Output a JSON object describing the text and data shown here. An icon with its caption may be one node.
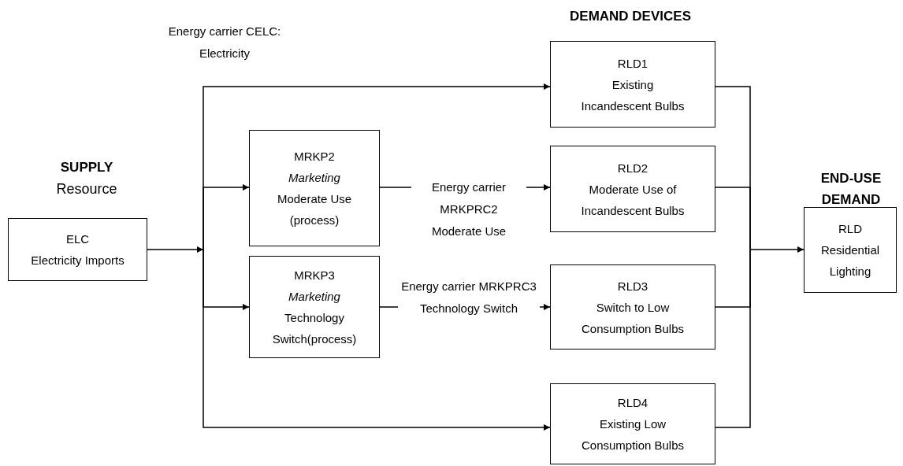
{
  "diagram": {
    "nodes": [
      {
        "text": [
          "ELC",
          "Electricity Imports"
        ]
      },
      {
        "text": [
          "MRKP2",
          "Marketing",
          "Moderate Use (process)"
        ]
      },
      {
        "text": [
          "MRKP3",
          "Marketing",
          "Technology Switch(process)"
        ]
      },
      {
        "text": [
          "RLD1",
          "Existing",
          "Incandescent Bulbs"
        ]
      },
      {
        "text": [
          "RLD2",
          "Moderate Use of",
          "Incandescent Bulbs"
        ]
      },
      {
        "text": [
          "RLD3",
          "Switch to Low",
          "Consumption Bulbs"
        ]
      },
      {
        "text": [
          "RLD4",
          "Existing Low",
          "Consumption Bulbs"
        ]
      },
      {
        "text": [
          "RLD",
          "Residential Lighting"
        ]
      }
    ],
    "edges": [
      {
        "from": 0,
        "to": 3,
        "arrow": "to",
        "label": "Energy carrier CELC: Electricity"
      },
      {
        "from": 0,
        "to": 1,
        "arrow": "to"
      },
      {
        "from": 0,
        "to": 2,
        "arrow": "to"
      },
      {
        "from": 0,
        "to": 6,
        "arrow": "to"
      },
      {
        "from": 1,
        "to": 4,
        "arrow": "to",
        "label": "Energy carrier MRKPRC2 Moderate Use"
      },
      {
        "from": 2,
        "to": 5,
        "arrow": "to",
        "label": "Energy carrier MRKPRC3 Technology Switch"
      },
      {
        "from": 3,
        "to": 7,
        "arrow": "to"
      },
      {
        "from": 4,
        "to": 7,
        "arrow": "to"
      },
      {
        "from": 5,
        "to": 7,
        "arrow": "to"
      },
      {
        "from": 6,
        "to": 7,
        "arrow": "to"
      }
    ],
    "labels": [
      "DEMAND DEVICES",
      "SUPPLY",
      "Resource",
      "END-USE",
      "DEMAND"
    ]
  }
}
